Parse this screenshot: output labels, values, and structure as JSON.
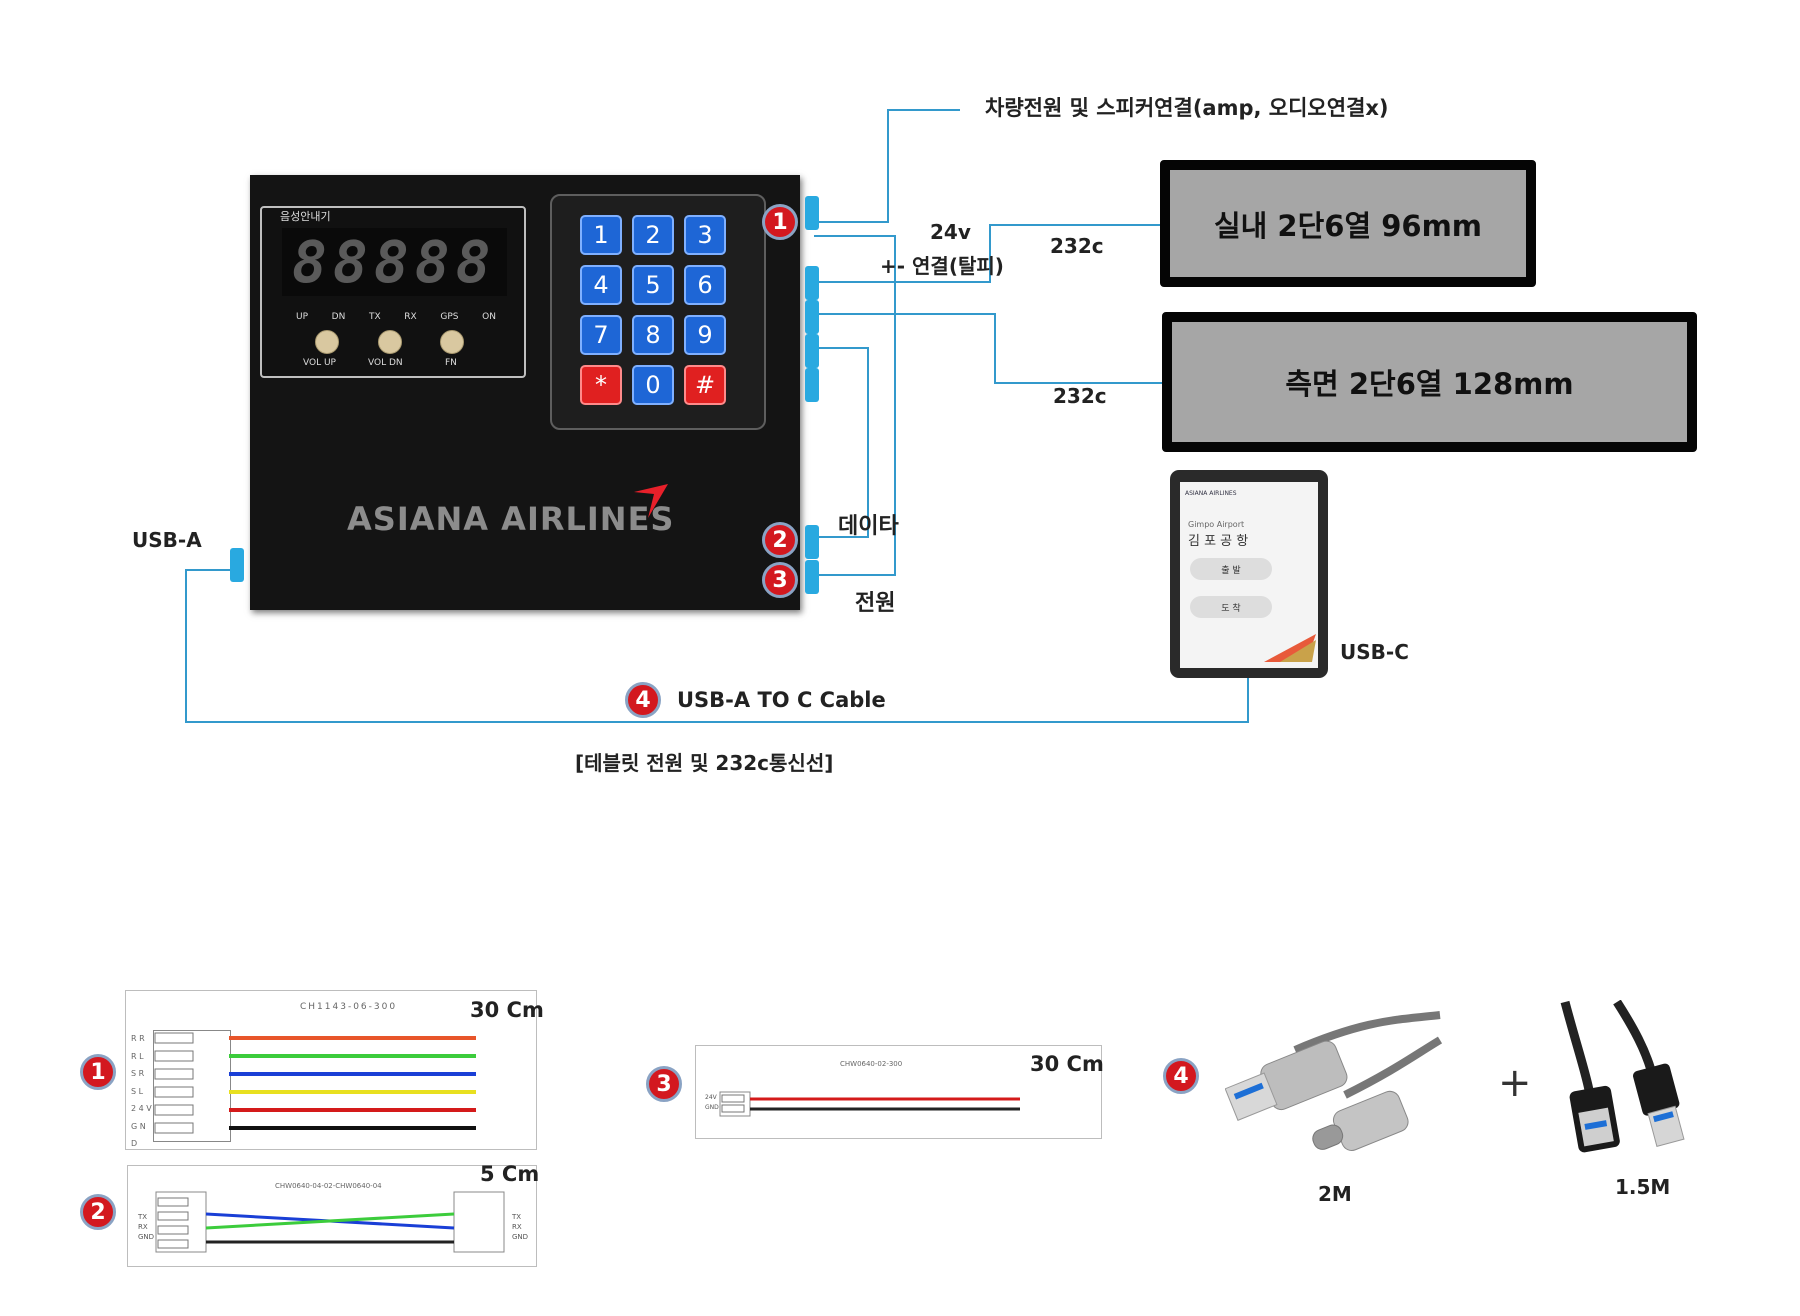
{
  "top_label": "차량전원 및 스피커연결(amp, 오디오연결x)",
  "device": {
    "panel_title": "음성안내기",
    "digits": "88888",
    "indicators": [
      "UP",
      "DN",
      "TX",
      "RX",
      "GPS",
      "ON"
    ],
    "knobs": [
      "VOL UP",
      "VOL DN",
      "FN"
    ],
    "keys": [
      "1",
      "2",
      "3",
      "4",
      "5",
      "6",
      "7",
      "8",
      "9",
      "*",
      "0",
      "#"
    ],
    "brand": "ASIANA AIRLINES"
  },
  "labels": {
    "v24": "24v",
    "conn": "+- 연결(탈피)",
    "c232_1": "232c",
    "c232_2": "232c",
    "data": "데이타",
    "power": "전원",
    "usb_a": "USB-A",
    "usb_c": "USB-C",
    "cable": "USB-A  TO C Cable",
    "cable_note": "[테블릿 전원 및 232c통신선]"
  },
  "badges": [
    "1",
    "2",
    "3",
    "4"
  ],
  "displays": [
    "실내 2단6열 96mm",
    "측면 2단6열 128mm"
  ],
  "tablet": {
    "brand": "ASIANA AIRLINES",
    "sub": "Gimpo Airport",
    "title": "김 포 공 항",
    "btn1": "출 발",
    "btn2": "도 착"
  },
  "cables": {
    "c1": {
      "code": "CH1143-06-300",
      "length": "30 Cm",
      "pins": [
        "R R",
        "R L",
        "S R",
        "S L",
        "2 4 V",
        "G N D"
      ],
      "colors": [
        "#e8552a",
        "#3ccc3c",
        "#1a3fd6",
        "#e8e020",
        "#d41a1a",
        "#111111"
      ]
    },
    "c2": {
      "code": "CHW0640-04-02-CHW0640-04",
      "length": "5 Cm",
      "pins_l": [
        "TX",
        "RX",
        "GND"
      ],
      "pins_r": [
        "TX",
        "RX",
        "GND"
      ]
    },
    "c3": {
      "code": "CHW0640-02-300",
      "length": "30 Cm",
      "pins": [
        "24V",
        "GND"
      ]
    },
    "c4": {
      "len1": "2M",
      "len2": "1.5M",
      "plus": "+"
    }
  },
  "colors": {
    "wire": "#3399cc",
    "badge": "#d3181f",
    "port": "#29a9e0",
    "key": "#1e66d6"
  }
}
